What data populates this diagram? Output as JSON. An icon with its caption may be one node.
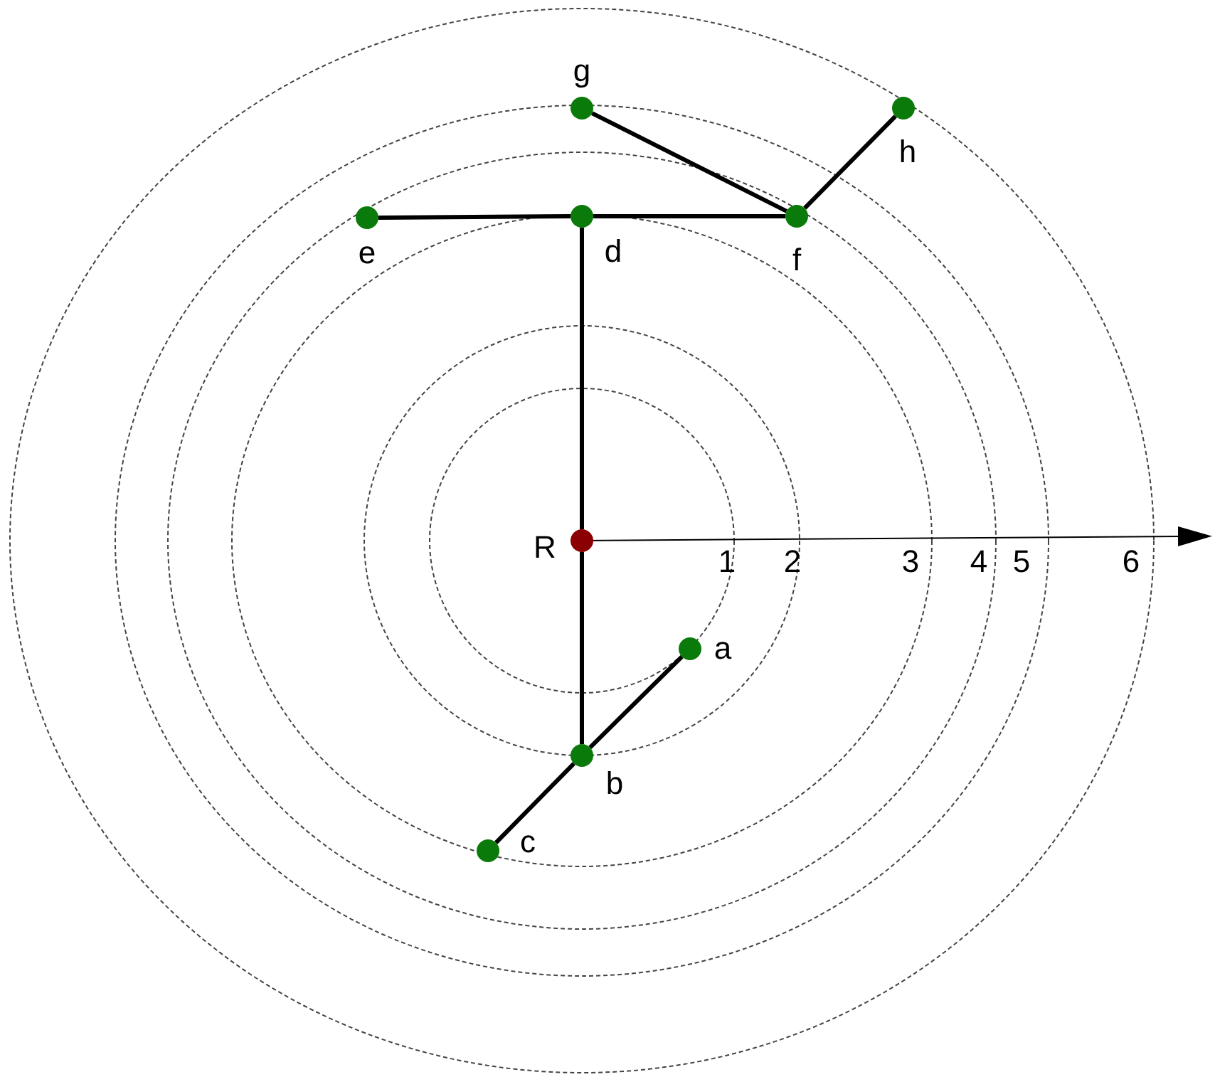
{
  "diagram": {
    "nodes": [
      {
        "text": [
          "g"
        ]
      },
      {
        "text": [
          "h"
        ]
      },
      {
        "text": [
          "e"
        ]
      },
      {
        "text": [
          "d"
        ]
      },
      {
        "text": [
          "f"
        ]
      },
      {
        "text": [
          "R"
        ]
      },
      {
        "text": [
          "a"
        ]
      },
      {
        "text": [
          "b"
        ]
      },
      {
        "text": [
          "c"
        ]
      }
    ],
    "edges": [
      {
        "from": 5,
        "to": 3,
        "arrow": "none"
      },
      {
        "from": 5,
        "to": 7,
        "arrow": "none"
      },
      {
        "from": 7,
        "to": 6,
        "arrow": "none"
      },
      {
        "from": 7,
        "to": 8,
        "arrow": "none"
      },
      {
        "from": 2,
        "to": 3,
        "arrow": "none"
      },
      {
        "from": 3,
        "to": 4,
        "arrow": "none"
      },
      {
        "from": 0,
        "to": 4,
        "arrow": "none"
      },
      {
        "from": 4,
        "to": 1,
        "arrow": "none"
      }
    ],
    "labels": [
      "1",
      "2",
      "3",
      "4",
      "5",
      "6"
    ]
  }
}
